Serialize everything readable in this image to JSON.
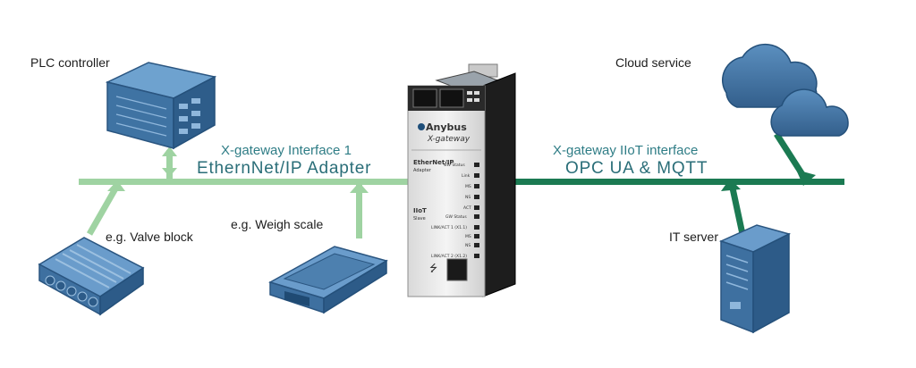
{
  "colors": {
    "left_bus": "#9fd3a2",
    "right_bus": "#1b7a52",
    "device_blue": "#3a6e9f",
    "interface_text": "#2a6e78"
  },
  "left_interface": {
    "title": "X-gateway Interface 1",
    "protocol": "EthernNet/IP Adapter"
  },
  "right_interface": {
    "title": "X-gateway IIoT interface",
    "protocol": "OPC UA & MQTT"
  },
  "devices": {
    "plc": "PLC controller",
    "valve": "e.g. Valve block",
    "scale": "e.g. Weigh scale",
    "cloud": "Cloud service",
    "server": "IT server"
  },
  "gateway": {
    "brand": "Anybus",
    "model": "X-gateway",
    "top_section": "EtherNet/IP",
    "top_role": "Adapter",
    "bottom_section": "IIoT",
    "bottom_role": "Slave",
    "led_labels": [
      "GW Status",
      "Link",
      "MS",
      "NS",
      "ACT",
      "GW Status",
      "LINK/ACT 1 (X1.1)",
      "MS",
      "NS",
      "LINK/ACT 2 (X1.2)"
    ]
  }
}
